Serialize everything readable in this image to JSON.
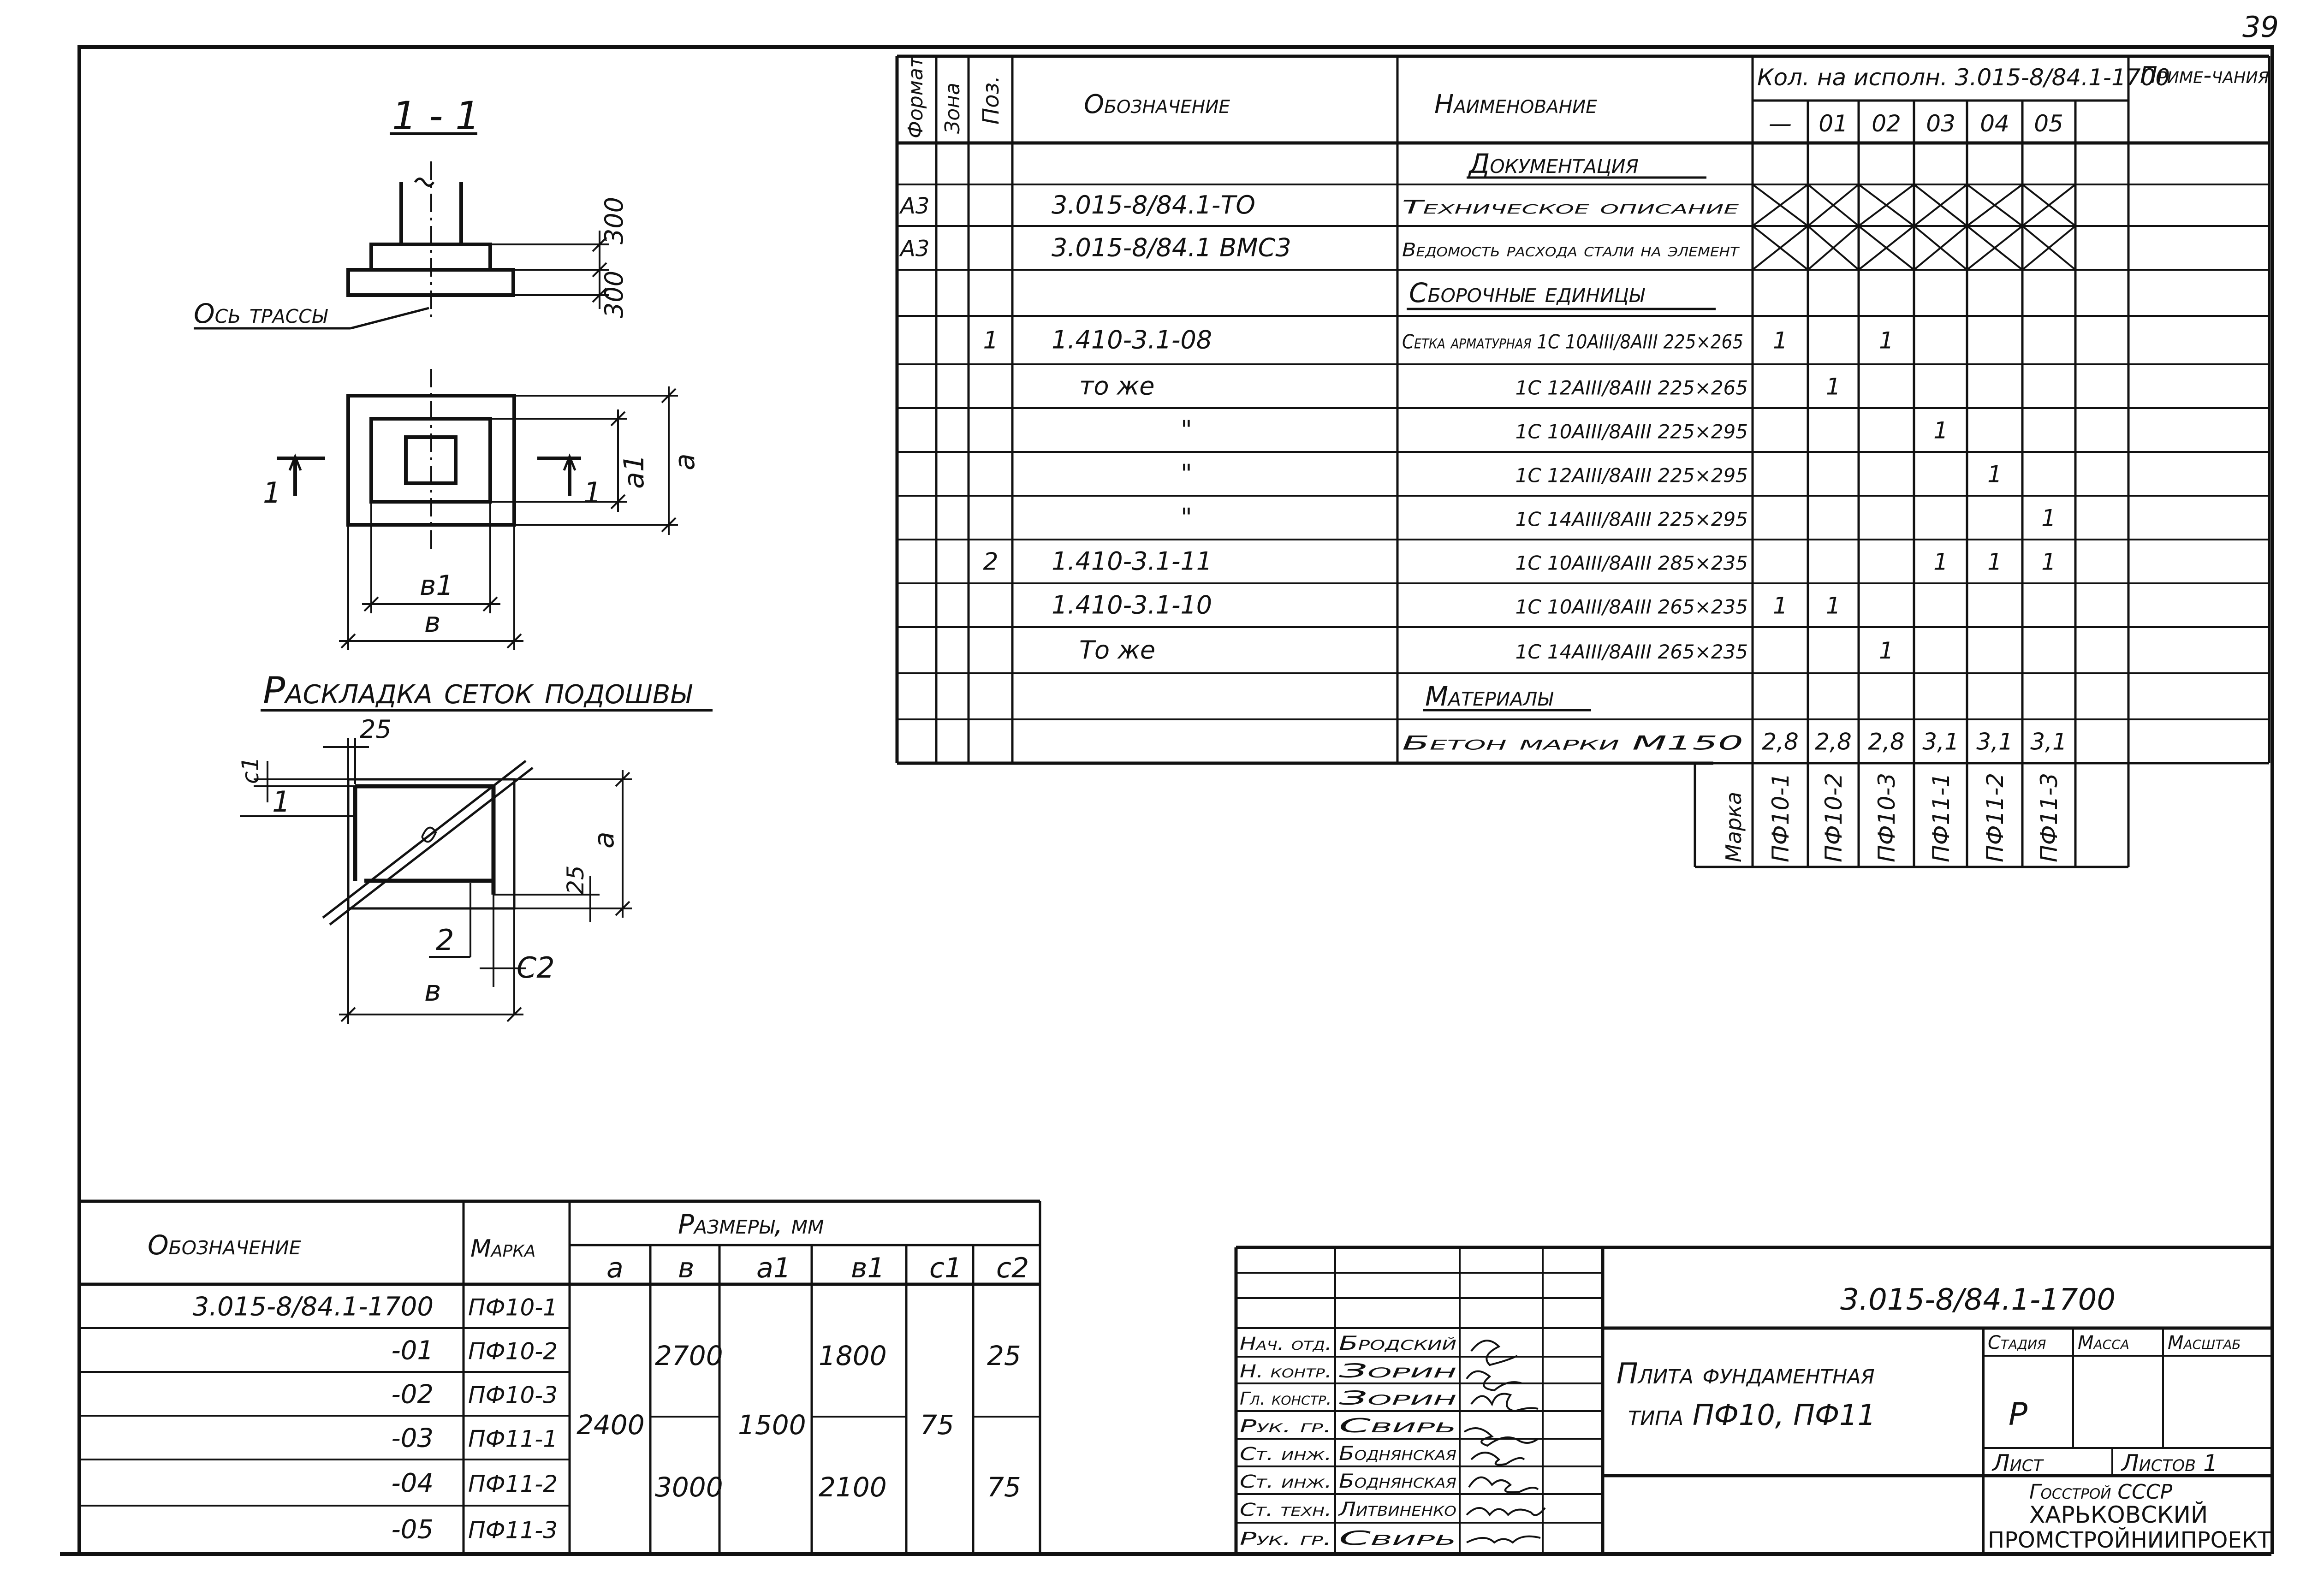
{
  "page_number": "39",
  "sections": {
    "section_label": "1 - 1",
    "axis_label": "Ось трассы",
    "section_mark": "1",
    "dim_300_top": "300",
    "dim_300_bottom": "300",
    "dim_a1": "a1",
    "dim_a": "a",
    "dim_b1": "в1",
    "dim_b": "в"
  },
  "layout_title": "Раскладка сеток подошвы",
  "layout_plan": {
    "dim_25_top": "25",
    "dim_c1": "c1",
    "pos_1": "1",
    "dim_a": "a",
    "dim_25_right": "25",
    "pos_2": "2",
    "dim_c2": "C2",
    "dim_b": "в"
  },
  "spec": {
    "headers": {
      "format": "Формат",
      "zone": "Зона",
      "pos": "Поз.",
      "designation": "Обозначение",
      "name": "Наименование",
      "qty": "Кол. на исполн. 3.015-8/84.1-1700",
      "notes": "Приме-чания",
      "variants": [
        "—",
        "01",
        "02",
        "03",
        "04",
        "05"
      ]
    },
    "rows": [
      {
        "format": "",
        "pos": "",
        "designation": "",
        "name": "Документация",
        "kind": "section",
        "qty": [
          "",
          "",
          "",
          "",
          "",
          ""
        ]
      },
      {
        "format": "А3",
        "pos": "",
        "designation": "3.015-8/84.1-ТО",
        "name": "Техническое описание",
        "kind": "cross",
        "qty": [
          "",
          "",
          "",
          "",
          "",
          ""
        ]
      },
      {
        "format": "А3",
        "pos": "",
        "designation": "3.015-8/84.1 ВМС3",
        "name": "Ведомость расхода стали на элемент",
        "kind": "cross",
        "qty": [
          "",
          "",
          "",
          "",
          "",
          ""
        ]
      },
      {
        "format": "",
        "pos": "",
        "designation": "",
        "name": "Сборочные единицы",
        "kind": "section",
        "qty": [
          "",
          "",
          "",
          "",
          "",
          ""
        ]
      },
      {
        "format": "",
        "pos": "1",
        "designation": "1.410-3.1-08",
        "name": "Сетка арматурная 1С 10АIII/8АIII 225×265",
        "kind": "item",
        "qty": [
          "1",
          "",
          "1",
          "",
          "",
          ""
        ]
      },
      {
        "format": "",
        "pos": "",
        "designation": "то же",
        "name": "1С 12АIII/8АIII 225×265",
        "kind": "item",
        "qty": [
          "",
          "1",
          "",
          "",
          "",
          ""
        ]
      },
      {
        "format": "",
        "pos": "",
        "designation": "\"",
        "name": "1С 10АIII/8АIII 225×295",
        "kind": "item",
        "qty": [
          "",
          "",
          "",
          "1",
          "",
          ""
        ]
      },
      {
        "format": "",
        "pos": "",
        "designation": "\"",
        "name": "1С 12АIII/8АIII 225×295",
        "kind": "item",
        "qty": [
          "",
          "",
          "",
          "",
          "1",
          ""
        ]
      },
      {
        "format": "",
        "pos": "",
        "designation": "\"",
        "name": "1С 14АIII/8АIII 225×295",
        "kind": "item",
        "qty": [
          "",
          "",
          "",
          "",
          "",
          "1"
        ]
      },
      {
        "format": "",
        "pos": "2",
        "designation": "1.410-3.1-11",
        "name": "1С 10АIII/8АIII 285×235",
        "kind": "item",
        "qty": [
          "",
          "",
          "",
          "1",
          "1",
          "1"
        ]
      },
      {
        "format": "",
        "pos": "",
        "designation": "1.410-3.1-10",
        "name": "1С 10АIII/8АIII 265×235",
        "kind": "item",
        "qty": [
          "1",
          "1",
          "",
          "",
          "",
          ""
        ]
      },
      {
        "format": "",
        "pos": "",
        "designation": "То же",
        "name": "1С 14АIII/8АIII 265×235",
        "kind": "item",
        "qty": [
          "",
          "",
          "1",
          "",
          "",
          ""
        ]
      },
      {
        "format": "",
        "pos": "",
        "designation": "",
        "name": "Материалы",
        "kind": "section",
        "qty": [
          "",
          "",
          "",
          "",
          "",
          ""
        ]
      },
      {
        "format": "",
        "pos": "",
        "designation": "",
        "name": "Бетон марки М150",
        "kind": "item",
        "qty": [
          "2,8",
          "2,8",
          "2,8",
          "3,1",
          "3,1",
          "3,1"
        ]
      }
    ],
    "mark_label": "Марка",
    "marks": [
      "ПФ10-1",
      "ПФ10-2",
      "ПФ10-3",
      "ПФ11-1",
      "ПФ11-2",
      "ПФ11-3"
    ]
  },
  "dims_table": {
    "h_designation": "Обозначение",
    "h_mark": "Марка",
    "h_sizes": "Размеры, мм",
    "cols": [
      "a",
      "в",
      "a1",
      "в1",
      "c1",
      "c2"
    ],
    "rows": [
      {
        "designation": "3.015-8/84.1-1700",
        "mark": "ПФ10-1"
      },
      {
        "designation": "-01",
        "mark": "ПФ10-2"
      },
      {
        "designation": "-02",
        "mark": "ПФ10-3"
      },
      {
        "designation": "-03",
        "mark": "ПФ11-1"
      },
      {
        "designation": "-04",
        "mark": "ПФ11-2"
      },
      {
        "designation": "-05",
        "mark": "ПФ11-3"
      }
    ],
    "v_a": "2400",
    "v_b_top": "2700",
    "v_b_bot": "3000",
    "v_a1": "1500",
    "v_b1_top": "1800",
    "v_b1_bot": "2100",
    "v_c1": "75",
    "v_c2_top": "25",
    "v_c2_bot": "75"
  },
  "title_block": {
    "doc_code": "3.015-8/84.1-1700",
    "title_line1": "Плита фундаментная",
    "title_line2": "типа ПФ10, ПФ11",
    "stage_label": "Стадия",
    "mass_label": "Масса",
    "scale_label": "Масштаб",
    "stage_value": "Р",
    "sheet_label": "Лист",
    "sheets_label": "Листов 1",
    "org_line1": "Госстрой СССР",
    "org_line2": "ХАРЬКОВСКИЙ",
    "org_line3": "ПРОМСТРОЙНИИПРОЕКТ",
    "people": [
      {
        "role": "Нач. отд.",
        "name": "Бродский"
      },
      {
        "role": "Н. контр.",
        "name": "Зорин"
      },
      {
        "role": "Гл. констр.",
        "name": "Зорин"
      },
      {
        "role": "Рук. гр.",
        "name": "Свирь"
      },
      {
        "role": "Ст. инж.",
        "name": "Боднянская"
      },
      {
        "role": "Ст. инж.",
        "name": "Боднянская"
      },
      {
        "role": "Ст. техн.",
        "name": "Литвиненко"
      },
      {
        "role": "Рук. гр.",
        "name": "Свирь"
      }
    ]
  }
}
